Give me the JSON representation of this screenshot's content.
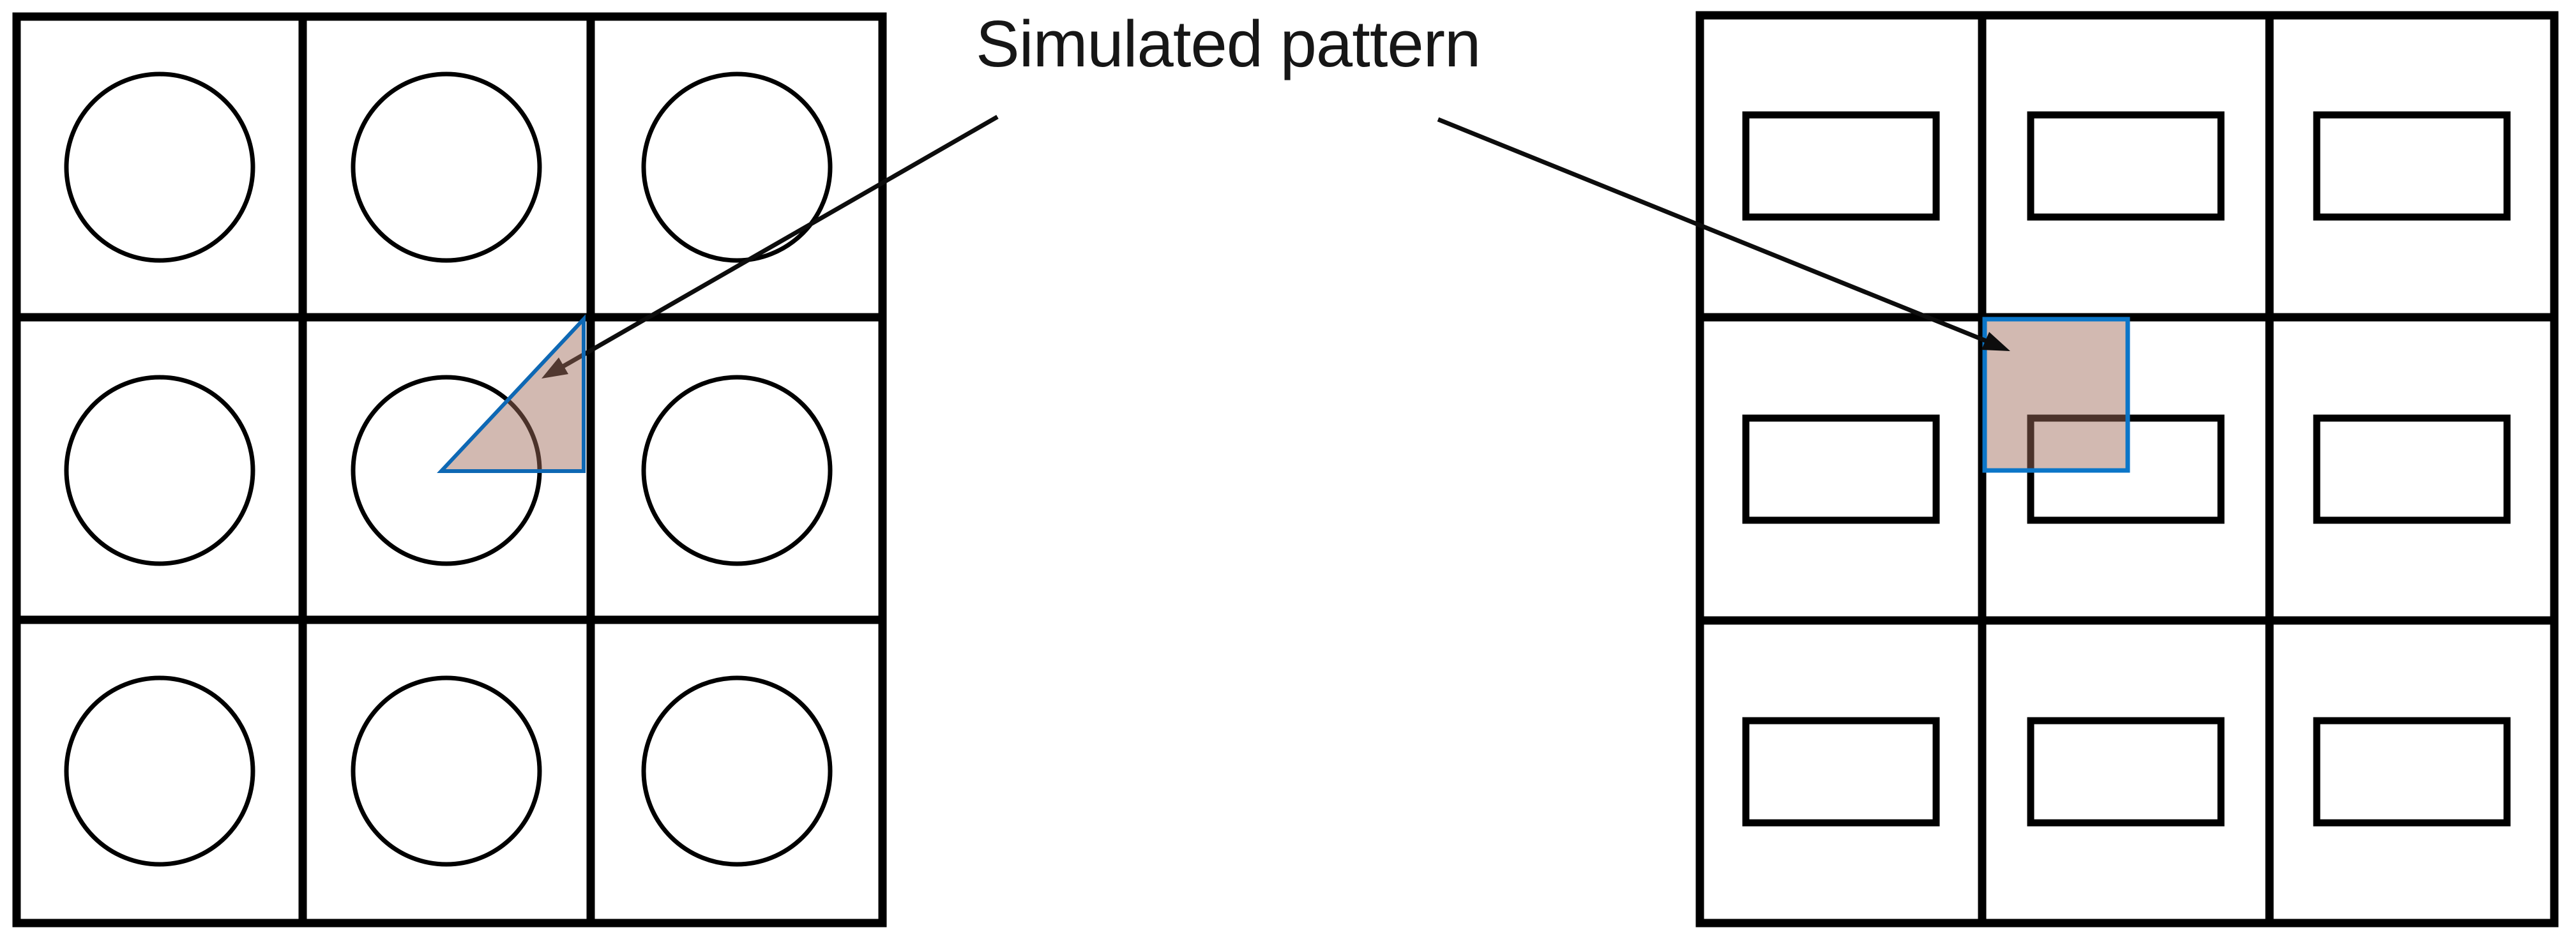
{
  "annotation": {
    "label": "Simulated pattern"
  },
  "diagram": {
    "left_grid": {
      "rows": 3,
      "cols": 3,
      "cell_shape": "circle",
      "pattern_overlay": "right-triangle on upper-right quadrant of center cell"
    },
    "right_grid": {
      "rows": 3,
      "cols": 3,
      "cell_shape": "rectangle",
      "pattern_overlay": "square on upper-left quadrant of center cell"
    }
  },
  "colors": {
    "background": "#ffffff",
    "grid_stroke": "#000000",
    "shape_stroke": "#000000",
    "arrow_color": "#0d0d0d",
    "pattern_fill": "rgba(159,106,89,0.47)",
    "pattern_stroke_left": "#0e68b4",
    "pattern_stroke_right": "#0b76c8",
    "label_color": "#161616"
  }
}
